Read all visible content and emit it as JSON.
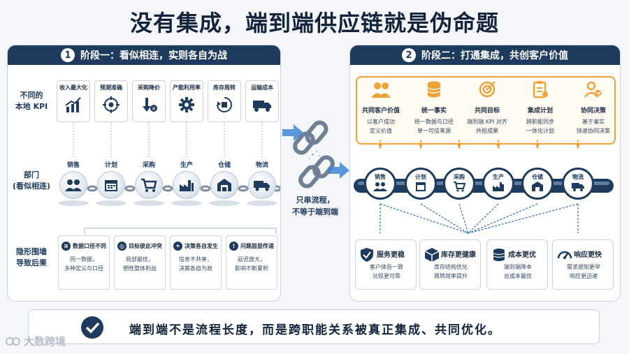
{
  "title": "没有集成，端到端供应链就是伪命题",
  "phase1": {
    "number": "1",
    "title": "阶段一：看似相连，实则各自为战",
    "row_kpi": "不同的\n本地 KPI",
    "row_dept": "部门\n(看似相连)",
    "row_hidden": "隐形围墙\n导致后果",
    "kpis": [
      "收入最大化",
      "预测准确",
      "采购降价",
      "产能利用率",
      "库存周转",
      "运输成本"
    ],
    "depts": [
      "销售",
      "计划",
      "采购",
      "生产",
      "仓储",
      "物流"
    ],
    "hidden": [
      {
        "title": "数据口径不同",
        "desc": "同一数据，\n多种定义与口径"
      },
      {
        "title": "目标彼此冲突",
        "desc": "局部最优，\n牺牲整体利益"
      },
      {
        "title": "决策各自发生",
        "desc": "信息不共享，\n决策各自为政"
      },
      {
        "title": "问题层层传递",
        "desc": "延迟放大，\n影响不断累积"
      }
    ]
  },
  "middle_text": "只串流程，\n不等于端到端",
  "phase2": {
    "number": "2",
    "title": "阶段二：打通集成，共创客户价值",
    "collab": [
      {
        "title": "共同客户价值",
        "desc": "以客户成功\n定义价值"
      },
      {
        "title": "统一事实",
        "desc": "统一数据与口径\n单一可信来源"
      },
      {
        "title": "共同目标",
        "desc": "端到端 KPI 对齐\n共担成果"
      },
      {
        "title": "集成计划",
        "desc": "跨职能同步\n一体化计划"
      },
      {
        "title": "协同决策",
        "desc": "基于事实\n快速协同决策"
      }
    ],
    "depts": [
      "销售",
      "计划",
      "采购",
      "生产",
      "仓储",
      "物流"
    ],
    "outcomes": [
      {
        "title": "服务更稳",
        "desc": "客户体验一致\n兑现更可靠"
      },
      {
        "title": "库存更健康",
        "desc": "库存结构优化\n周转效率提升"
      },
      {
        "title": "成本更优",
        "desc": "端到端降本\n总成本最优"
      },
      {
        "title": "响应更快",
        "desc": "需求感知更早\n响应更迅速"
      }
    ]
  },
  "bottom_text": "端到端不是流程长度，而是跨职能关系被真正集成、共同优化。",
  "watermark": "大数跨境",
  "colors": {
    "navy": "#1e3a5c",
    "orange": "#f0a23a",
    "blue": "#3f86d6"
  }
}
